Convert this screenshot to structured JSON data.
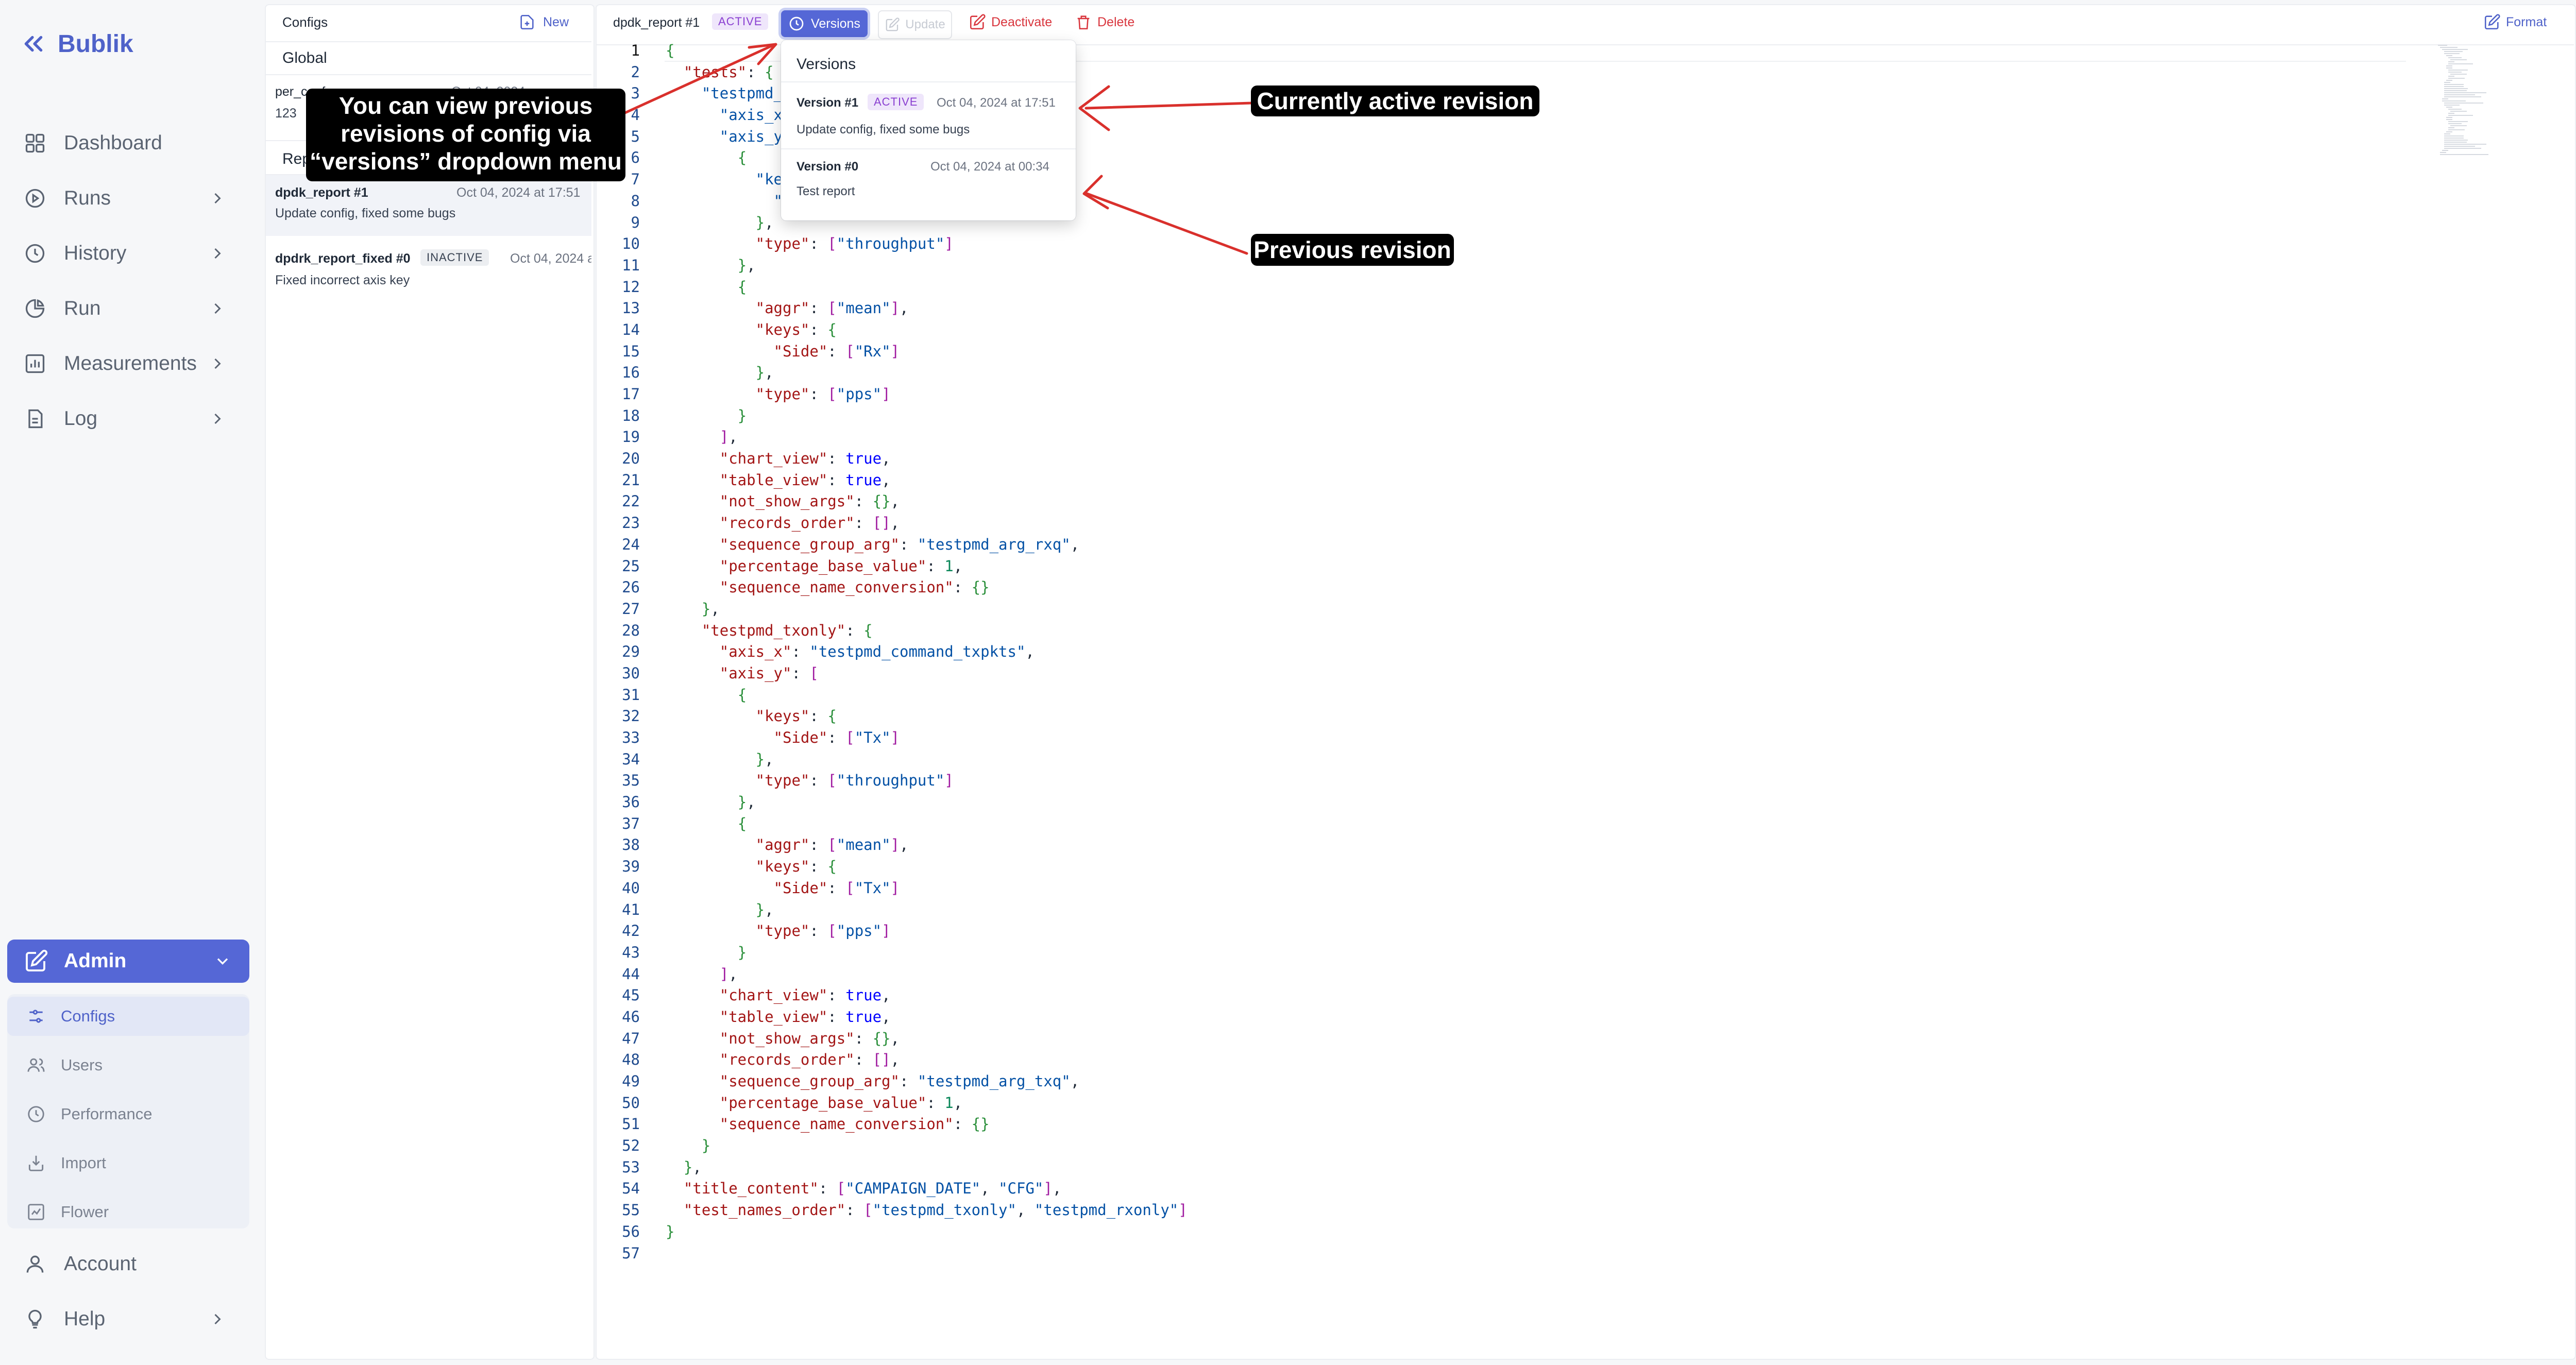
{
  "app": {
    "name": "Bublik"
  },
  "sidebar": {
    "nav": [
      {
        "id": "dashboard",
        "label": "Dashboard",
        "icon": "dashboard-icon",
        "chevron": false
      },
      {
        "id": "runs",
        "label": "Runs",
        "icon": "runs-icon",
        "chevron": true
      },
      {
        "id": "history",
        "label": "History",
        "icon": "history-icon",
        "chevron": true
      },
      {
        "id": "run",
        "label": "Run",
        "icon": "run-pie-icon",
        "chevron": true
      },
      {
        "id": "measurements",
        "label": "Measurements",
        "icon": "measurements-icon",
        "chevron": true
      },
      {
        "id": "log",
        "label": "Log",
        "icon": "log-icon",
        "chevron": true
      }
    ],
    "admin": {
      "label": "Admin",
      "items": [
        {
          "id": "configs",
          "label": "Configs",
          "icon": "sliders-icon",
          "active": true
        },
        {
          "id": "users",
          "label": "Users",
          "icon": "users-icon",
          "active": false
        },
        {
          "id": "performance",
          "label": "Performance",
          "icon": "clock-icon",
          "active": false
        },
        {
          "id": "import",
          "label": "Import",
          "icon": "import-icon",
          "active": false
        },
        {
          "id": "flower",
          "label": "Flower",
          "icon": "chart-icon",
          "active": false
        }
      ]
    },
    "bottom": [
      {
        "id": "account",
        "label": "Account",
        "icon": "user-icon",
        "chevron": false
      },
      {
        "id": "help",
        "label": "Help",
        "icon": "lightbulb-icon",
        "chevron": true
      }
    ]
  },
  "configs_panel": {
    "title": "Configs",
    "new_label": "New",
    "global_section": "Global",
    "global_item": {
      "name": "per_conf",
      "date": "Oct 04, 2024",
      "desc": "123"
    },
    "report_section": "Rep",
    "reports": [
      {
        "name": "dpdk_report #1",
        "status": "",
        "date": "Oct 04, 2024 at 17:51",
        "desc": "Update config, fixed some bugs"
      },
      {
        "name": "dpdrk_report_fixed #0",
        "status": "INACTIVE",
        "date": "Oct 04, 2024 a",
        "desc": "Fixed incorrect axis key"
      }
    ]
  },
  "editor": {
    "title": "dpdk_report #1",
    "status": "ACTIVE",
    "buttons": {
      "versions": "Versions",
      "update": "Update",
      "deactivate": "Deactivate",
      "delete": "Delete",
      "format": "Format"
    }
  },
  "versions_dropdown": {
    "title": "Versions",
    "items": [
      {
        "name": "Version #1",
        "status": "ACTIVE",
        "date": "Oct 04, 2024 at 17:51",
        "desc": "Update config, fixed some bugs"
      },
      {
        "name": "Version #0",
        "status": "",
        "date": "Oct 04, 2024 at 00:34",
        "desc": "Test report"
      }
    ]
  },
  "annotations": {
    "versions_tip": [
      "You can view previous",
      "revisions of config via",
      "“versions” dropdown menu"
    ],
    "active_tip": "Currently active revision",
    "previous_tip": "Previous revision"
  },
  "code_lines": [
    "{",
    "  \"tests\": {",
    "    \"testpmd_",
    "      \"axis_x\"",
    "      \"axis_y\"",
    "        {",
    "          \"ke",
    "            \"",
    "          },",
    "          \"type\": [\"throughput\"]",
    "        },",
    "        {",
    "          \"aggr\": [\"mean\"],",
    "          \"keys\": {",
    "            \"Side\": [\"Rx\"]",
    "          },",
    "          \"type\": [\"pps\"]",
    "        }",
    "      ],",
    "      \"chart_view\": true,",
    "      \"table_view\": true,",
    "      \"not_show_args\": {},",
    "      \"records_order\": [],",
    "      \"sequence_group_arg\": \"testpmd_arg_rxq\",",
    "      \"percentage_base_value\": 1,",
    "      \"sequence_name_conversion\": {}",
    "    },",
    "    \"testpmd_txonly\": {",
    "      \"axis_x\": \"testpmd_command_txpkts\",",
    "      \"axis_y\": [",
    "        {",
    "          \"keys\": {",
    "            \"Side\": [\"Tx\"]",
    "          },",
    "          \"type\": [\"throughput\"]",
    "        },",
    "        {",
    "          \"aggr\": [\"mean\"],",
    "          \"keys\": {",
    "            \"Side\": [\"Tx\"]",
    "          },",
    "          \"type\": [\"pps\"]",
    "        }",
    "      ],",
    "      \"chart_view\": true,",
    "      \"table_view\": true,",
    "      \"not_show_args\": {},",
    "      \"records_order\": [],",
    "      \"sequence_group_arg\": \"testpmd_arg_txq\",",
    "      \"percentage_base_value\": 1,",
    "      \"sequence_name_conversion\": {}",
    "    }",
    "  },",
    "  \"title_content\": [\"CAMPAIGN_DATE\", \"CFG\"],",
    "  \"test_names_order\": [\"testpmd_txonly\", \"testpmd_rxonly\"]",
    "}",
    ""
  ],
  "colors": {
    "accent": "#5567d6",
    "danger": "#d9363e",
    "active_badge": "#8a3fd1",
    "arrow": "#d9302c"
  }
}
